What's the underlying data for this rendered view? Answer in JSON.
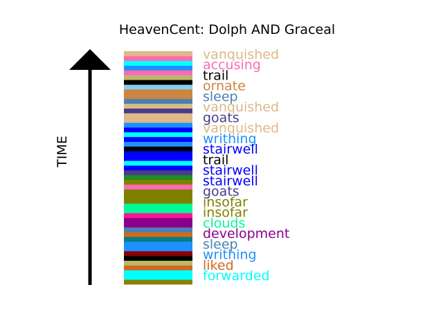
{
  "chart_data": {
    "type": "bar",
    "title": "HeavenCent: Dolph AND Graceal",
    "ylabel": "TIME",
    "orientation": "stacked-vertical-timeline",
    "segments": [
      {
        "color": "#8B8000"
      },
      {
        "color": "#00FFFF"
      },
      {
        "color": "#00FFFF"
      },
      {
        "color": "#D2691E"
      },
      {
        "color": "#BDB76B"
      },
      {
        "color": "#000000"
      },
      {
        "color": "#8B0000"
      },
      {
        "color": "#1E90FF"
      },
      {
        "color": "#1E90FF"
      },
      {
        "color": "#008080"
      },
      {
        "color": "#D2691E"
      },
      {
        "color": "#4682B4"
      },
      {
        "color": "#8B008B"
      },
      {
        "color": "#8B008B"
      },
      {
        "color": "#FF1493"
      },
      {
        "color": "#00FA9A"
      },
      {
        "color": "#00FA9A"
      },
      {
        "color": "#808000"
      },
      {
        "color": "#808000"
      },
      {
        "color": "#808000"
      },
      {
        "color": "#FF69B4"
      },
      {
        "color": "#808000"
      },
      {
        "color": "#228B22"
      },
      {
        "color": "#483D8B"
      },
      {
        "color": "#0000FF"
      },
      {
        "color": "#00FFFF"
      },
      {
        "color": "#0000FF"
      },
      {
        "color": "#0000FF"
      },
      {
        "color": "#000000"
      },
      {
        "color": "#1E90FF"
      },
      {
        "color": "#0000FF"
      },
      {
        "color": "#00FFFF"
      },
      {
        "color": "#0000FF"
      },
      {
        "color": "#1E90FF"
      },
      {
        "color": "#DEB887"
      },
      {
        "color": "#DEB887"
      },
      {
        "color": "#483D8B"
      },
      {
        "color": "#DEB887"
      },
      {
        "color": "#4682B4"
      },
      {
        "color": "#CD853F"
      },
      {
        "color": "#CD853F"
      },
      {
        "color": "#87CEEB"
      },
      {
        "color": "#000000"
      },
      {
        "color": "#BDB76B"
      },
      {
        "color": "#FF69B4"
      },
      {
        "color": "#1E90FF"
      },
      {
        "color": "#00FFFF"
      },
      {
        "color": "#FF69B4"
      },
      {
        "color": "#DEB887"
      }
    ],
    "labels": [
      {
        "text": "vanquished",
        "color": "#DEB887"
      },
      {
        "text": "accusing",
        "color": "#FF69B4"
      },
      {
        "text": "trail",
        "color": "#000000"
      },
      {
        "text": "ornate",
        "color": "#CD853F"
      },
      {
        "text": "sleep",
        "color": "#4682B4"
      },
      {
        "text": "vanquished",
        "color": "#DEB887"
      },
      {
        "text": "goats",
        "color": "#483D8B"
      },
      {
        "text": "vanquished",
        "color": "#DEB887"
      },
      {
        "text": "writhing",
        "color": "#1E90FF"
      },
      {
        "text": "stairwell",
        "color": "#0000FF"
      },
      {
        "text": "trail",
        "color": "#000000"
      },
      {
        "text": "stairwell",
        "color": "#0000FF"
      },
      {
        "text": "stairwell",
        "color": "#0000FF"
      },
      {
        "text": "goats",
        "color": "#483D8B"
      },
      {
        "text": "insofar",
        "color": "#808000"
      },
      {
        "text": "insofar",
        "color": "#808000"
      },
      {
        "text": "clouds",
        "color": "#00FA9A"
      },
      {
        "text": "development",
        "color": "#8B008B"
      },
      {
        "text": "sleep",
        "color": "#4682B4"
      },
      {
        "text": "writhing",
        "color": "#1E90FF"
      },
      {
        "text": "liked",
        "color": "#D2691E"
      },
      {
        "text": "forwarded",
        "color": "#00FFFF"
      }
    ]
  }
}
